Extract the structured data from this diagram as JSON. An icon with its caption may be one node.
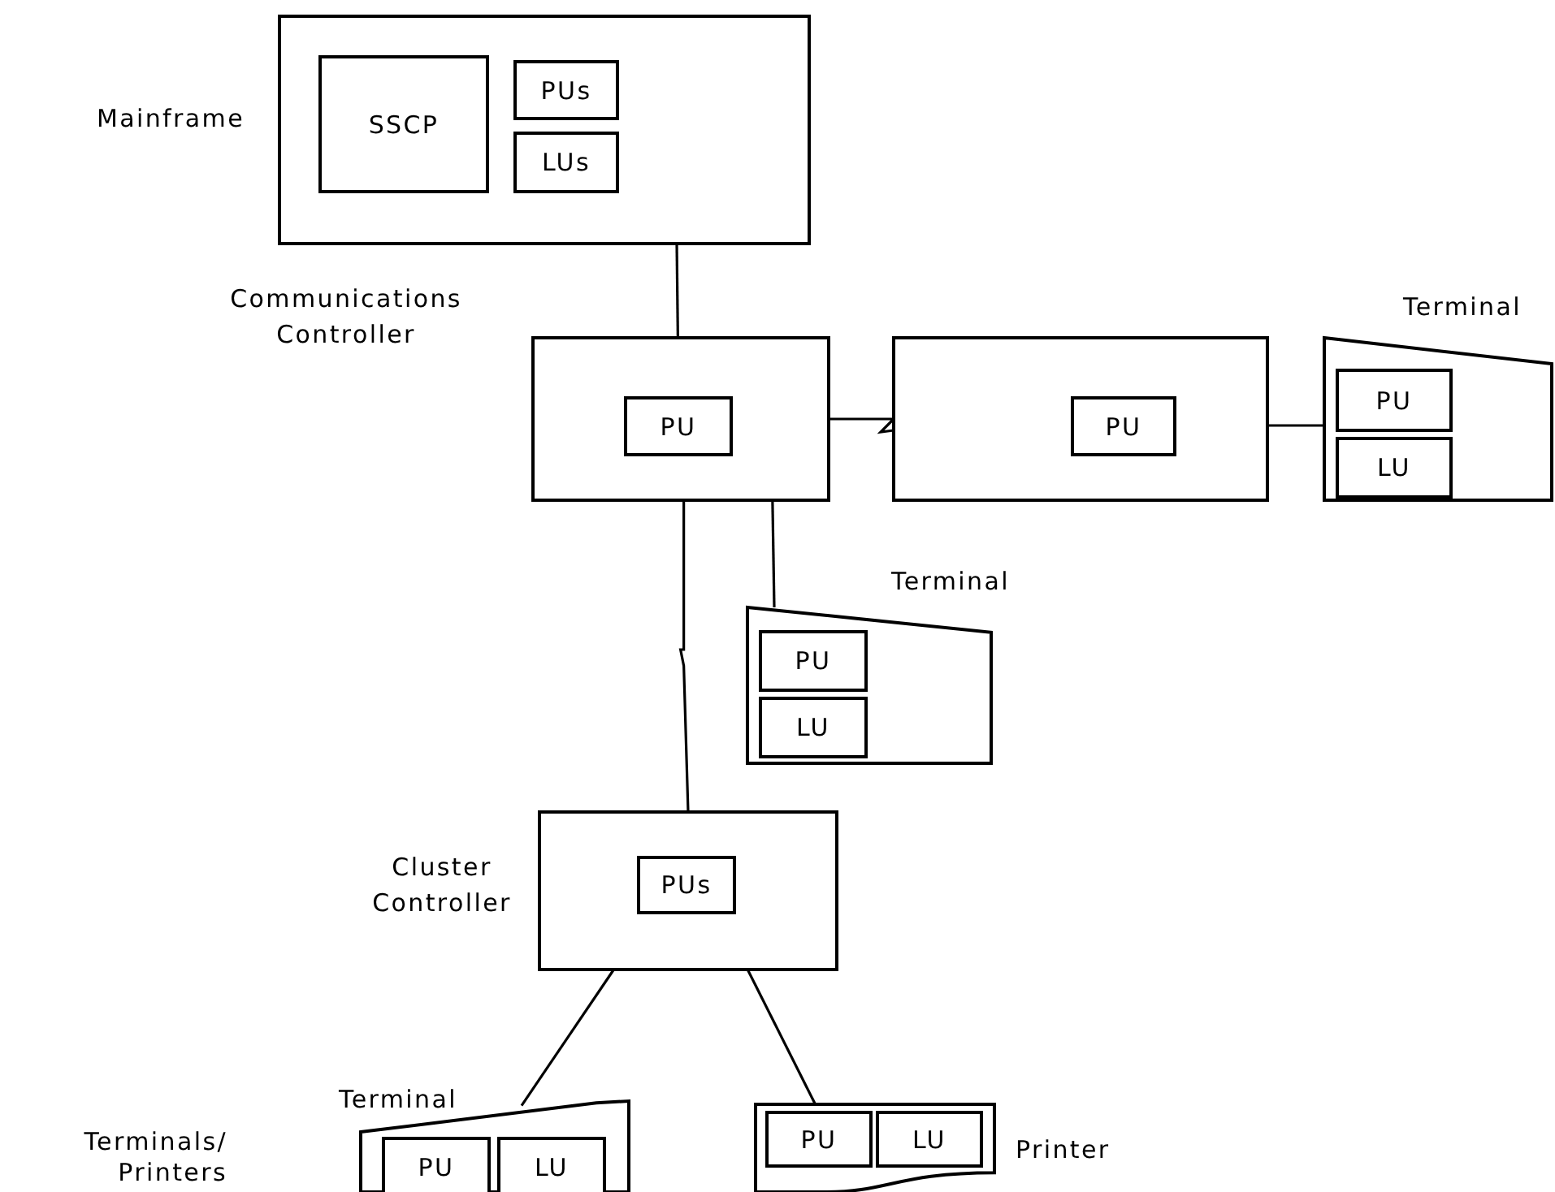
{
  "diagram": {
    "nodes": [
      {
        "text": [
          "Mainframe"
        ]
      },
      {
        "text": [
          "SSCP"
        ],
        "in": 0
      },
      {
        "text": [
          "PUs"
        ],
        "in": 0
      },
      {
        "text": [
          "LUs"
        ],
        "in": 0
      },
      {
        "text": [
          "Communications Controller"
        ]
      },
      {
        "text": [
          "PU"
        ],
        "in": 4
      },
      {
        "text": [],
        "shape": "box"
      },
      {
        "text": [
          "PU"
        ],
        "in": 6
      },
      {
        "text": [
          "Terminal"
        ]
      },
      {
        "text": [
          "PU"
        ],
        "in": 8
      },
      {
        "text": [
          "LU"
        ],
        "in": 8
      },
      {
        "text": [
          "Terminal"
        ]
      },
      {
        "text": [
          "PU"
        ],
        "in": 11
      },
      {
        "text": [
          "LU"
        ],
        "in": 11
      },
      {
        "text": [
          "Cluster Controller"
        ]
      },
      {
        "text": [
          "PUs"
        ],
        "in": 14
      },
      {
        "text": [
          "Terminal"
        ]
      },
      {
        "text": [
          "PU"
        ],
        "in": 16
      },
      {
        "text": [
          "LU"
        ],
        "in": 16
      },
      {
        "text": [
          "Printer"
        ]
      },
      {
        "text": [
          "PU"
        ],
        "in": 19
      },
      {
        "text": [
          "LU"
        ],
        "in": 19
      }
    ],
    "edges": [
      {
        "from": 0,
        "to": 4,
        "arrow": "none"
      },
      {
        "from": 4,
        "to": 6,
        "arrow": "none"
      },
      {
        "from": 6,
        "to": 8,
        "arrow": "none"
      },
      {
        "from": 4,
        "to": 11,
        "arrow": "none"
      },
      {
        "from": 4,
        "to": 14,
        "arrow": "none"
      },
      {
        "from": 14,
        "to": 16,
        "arrow": "none"
      },
      {
        "from": 14,
        "to": 19,
        "arrow": "none"
      }
    ],
    "labels": [
      "Terminals/ Printers"
    ]
  }
}
